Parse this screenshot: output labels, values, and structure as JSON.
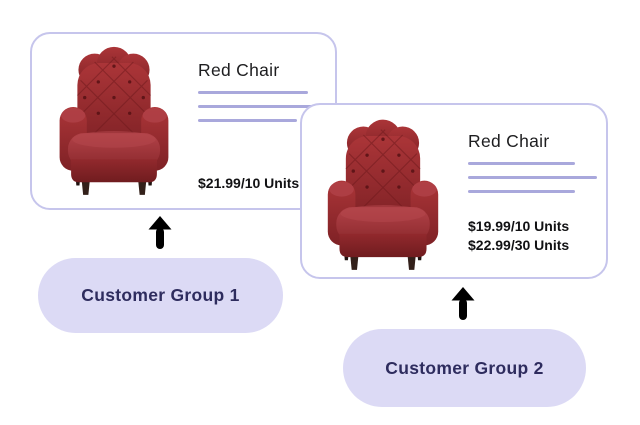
{
  "diagram": {
    "cards": [
      {
        "title": "Red Chair",
        "image": "red-tufted-armchair",
        "prices": [
          "$21.99/10 Units"
        ]
      },
      {
        "title": "Red Chair",
        "image": "red-tufted-armchair",
        "prices": [
          "$19.99/10 Units",
          "$22.99/30 Units"
        ]
      }
    ],
    "groups": [
      {
        "label": "Customer Group 1"
      },
      {
        "label": "Customer Group 2"
      }
    ]
  },
  "colors": {
    "page_bg": "#ffffff",
    "card_bg": "#ffffff",
    "card_border": "#c6c5ec",
    "placeholder_line": "#a9a8dc",
    "title_text": "#1e1e20",
    "price_text": "#121214",
    "pill_bg": "#dcdaf5",
    "pill_text": "#2e2c5e",
    "arrow": "#c5c3ee",
    "chair_red": "#9a2e31",
    "chair_leg": "#33201a"
  }
}
